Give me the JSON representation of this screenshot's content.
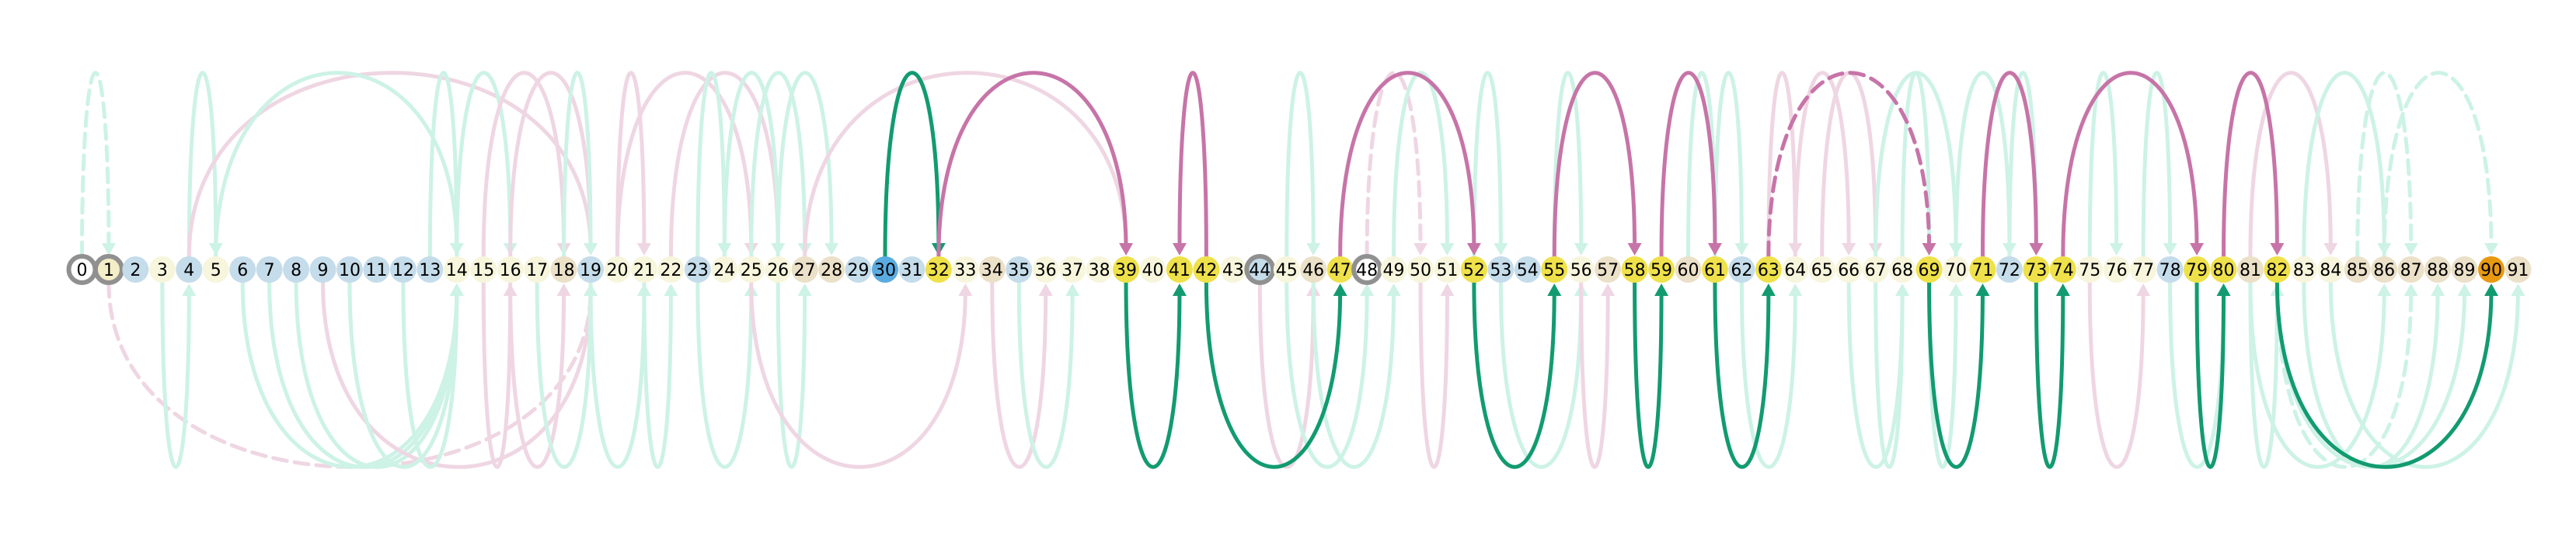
{
  "nodes": [
    {
      "label": "0",
      "color": "#ffffff",
      "ring": true
    },
    {
      "label": "1",
      "color": "#f3edc8",
      "ring": true
    },
    {
      "label": "2",
      "color": "#c5dcea"
    },
    {
      "label": "3",
      "color": "#f7f5dc"
    },
    {
      "label": "4",
      "color": "#c5dcea"
    },
    {
      "label": "5",
      "color": "#f7f5dc"
    },
    {
      "label": "6",
      "color": "#c5dcea"
    },
    {
      "label": "7",
      "color": "#c5dcea"
    },
    {
      "label": "8",
      "color": "#c5dcea"
    },
    {
      "label": "9",
      "color": "#c5dcea"
    },
    {
      "label": "10",
      "color": "#c5dcea"
    },
    {
      "label": "11",
      "color": "#c5dcea"
    },
    {
      "label": "12",
      "color": "#c5dcea"
    },
    {
      "label": "13",
      "color": "#c5dcea"
    },
    {
      "label": "14",
      "color": "#f7f5dc"
    },
    {
      "label": "15",
      "color": "#f7f5dc"
    },
    {
      "label": "16",
      "color": "#f7f5dc"
    },
    {
      "label": "17",
      "color": "#f7f5dc"
    },
    {
      "label": "18",
      "color": "#ebe0c8"
    },
    {
      "label": "19",
      "color": "#c5dcea"
    },
    {
      "label": "20",
      "color": "#f7f5dc"
    },
    {
      "label": "21",
      "color": "#f7f5dc"
    },
    {
      "label": "22",
      "color": "#f7f5dc"
    },
    {
      "label": "23",
      "color": "#c5dcea"
    },
    {
      "label": "24",
      "color": "#f7f5dc"
    },
    {
      "label": "25",
      "color": "#f7f5dc"
    },
    {
      "label": "26",
      "color": "#f7f5dc"
    },
    {
      "label": "27",
      "color": "#ebe0c8"
    },
    {
      "label": "28",
      "color": "#ebe0c8"
    },
    {
      "label": "29",
      "color": "#c5dcea"
    },
    {
      "label": "30",
      "color": "#5aace0"
    },
    {
      "label": "31",
      "color": "#c5dcea"
    },
    {
      "label": "32",
      "color": "#efe14a"
    },
    {
      "label": "33",
      "color": "#f7f5dc"
    },
    {
      "label": "34",
      "color": "#ebe0c8"
    },
    {
      "label": "35",
      "color": "#c5dcea"
    },
    {
      "label": "36",
      "color": "#f7f5dc"
    },
    {
      "label": "37",
      "color": "#f7f5dc"
    },
    {
      "label": "38",
      "color": "#f7f5dc"
    },
    {
      "label": "39",
      "color": "#efe14a"
    },
    {
      "label": "40",
      "color": "#f7f5dc"
    },
    {
      "label": "41",
      "color": "#efe14a"
    },
    {
      "label": "42",
      "color": "#efe14a"
    },
    {
      "label": "43",
      "color": "#f7f5dc"
    },
    {
      "label": "44",
      "color": "#c5dcea",
      "ring": true
    },
    {
      "label": "45",
      "color": "#f7f5dc"
    },
    {
      "label": "46",
      "color": "#ebe0c8"
    },
    {
      "label": "47",
      "color": "#efe14a"
    },
    {
      "label": "48",
      "color": "#ffffff",
      "ring": true
    },
    {
      "label": "49",
      "color": "#f7f5dc"
    },
    {
      "label": "50",
      "color": "#f7f5dc"
    },
    {
      "label": "51",
      "color": "#f7f5dc"
    },
    {
      "label": "52",
      "color": "#efe14a"
    },
    {
      "label": "53",
      "color": "#c5dcea"
    },
    {
      "label": "54",
      "color": "#c5dcea"
    },
    {
      "label": "55",
      "color": "#efe14a"
    },
    {
      "label": "56",
      "color": "#f7f5dc"
    },
    {
      "label": "57",
      "color": "#ebe0c8"
    },
    {
      "label": "58",
      "color": "#efe14a"
    },
    {
      "label": "59",
      "color": "#efe14a"
    },
    {
      "label": "60",
      "color": "#ebe0c8"
    },
    {
      "label": "61",
      "color": "#efe14a"
    },
    {
      "label": "62",
      "color": "#c5dcea"
    },
    {
      "label": "63",
      "color": "#efe14a"
    },
    {
      "label": "64",
      "color": "#f7f5dc"
    },
    {
      "label": "65",
      "color": "#f7f5dc"
    },
    {
      "label": "66",
      "color": "#f7f5dc"
    },
    {
      "label": "67",
      "color": "#f7f5dc"
    },
    {
      "label": "68",
      "color": "#f7f5dc"
    },
    {
      "label": "69",
      "color": "#efe14a"
    },
    {
      "label": "70",
      "color": "#f7f5dc"
    },
    {
      "label": "71",
      "color": "#efe14a"
    },
    {
      "label": "72",
      "color": "#c5dcea"
    },
    {
      "label": "73",
      "color": "#efe14a"
    },
    {
      "label": "74",
      "color": "#efe14a"
    },
    {
      "label": "75",
      "color": "#f7f5dc"
    },
    {
      "label": "76",
      "color": "#f7f5dc"
    },
    {
      "label": "77",
      "color": "#f7f5dc"
    },
    {
      "label": "78",
      "color": "#c5dcea"
    },
    {
      "label": "79",
      "color": "#efe14a"
    },
    {
      "label": "80",
      "color": "#efe14a"
    },
    {
      "label": "81",
      "color": "#ebe0c8"
    },
    {
      "label": "82",
      "color": "#efe14a"
    },
    {
      "label": "83",
      "color": "#f7f5dc"
    },
    {
      "label": "84",
      "color": "#f7f5dc"
    },
    {
      "label": "85",
      "color": "#ebe0c8"
    },
    {
      "label": "86",
      "color": "#ebe0c8"
    },
    {
      "label": "87",
      "color": "#ebe0c8"
    },
    {
      "label": "88",
      "color": "#ebe0c8"
    },
    {
      "label": "89",
      "color": "#ebe0c8"
    },
    {
      "label": "90",
      "color": "#e8990f"
    },
    {
      "label": "91",
      "color": "#ebe0c8"
    }
  ],
  "palette": {
    "green_strong": "#129b70",
    "green_faint": "#cdf2e6",
    "pink_strong": "#c774a8",
    "pink_faint": "#efd6e3",
    "ring": "#909090"
  },
  "arcs": [
    {
      "from": 30,
      "to": 32,
      "side": "top",
      "style": "strong",
      "color": "green",
      "dashed": false
    },
    {
      "from": 32,
      "to": 39,
      "side": "top",
      "style": "strong",
      "color": "pink",
      "dashed": false
    },
    {
      "from": 42,
      "to": 41,
      "side": "top",
      "style": "strong",
      "color": "pink",
      "dashed": false
    },
    {
      "from": 47,
      "to": 52,
      "side": "top",
      "style": "strong",
      "color": "pink",
      "dashed": false
    },
    {
      "from": 55,
      "to": 58,
      "side": "top",
      "style": "strong",
      "color": "pink",
      "dashed": false
    },
    {
      "from": 59,
      "to": 61,
      "side": "top",
      "style": "strong",
      "color": "pink",
      "dashed": false
    },
    {
      "from": 63,
      "to": 69,
      "side": "top",
      "style": "strong",
      "color": "pink",
      "dashed": true
    },
    {
      "from": 71,
      "to": 73,
      "side": "top",
      "style": "strong",
      "color": "pink",
      "dashed": false
    },
    {
      "from": 74,
      "to": 79,
      "side": "top",
      "style": "strong",
      "color": "pink",
      "dashed": false
    },
    {
      "from": 80,
      "to": 82,
      "side": "top",
      "style": "strong",
      "color": "pink",
      "dashed": false
    },
    {
      "from": 39,
      "to": 41,
      "side": "bottom",
      "style": "strong",
      "color": "green",
      "dashed": false
    },
    {
      "from": 42,
      "to": 47,
      "side": "bottom",
      "style": "strong",
      "color": "green",
      "dashed": false
    },
    {
      "from": 52,
      "to": 55,
      "side": "bottom",
      "style": "strong",
      "color": "green",
      "dashed": false
    },
    {
      "from": 58,
      "to": 59,
      "side": "bottom",
      "style": "strong",
      "color": "green",
      "dashed": false
    },
    {
      "from": 61,
      "to": 63,
      "side": "bottom",
      "style": "strong",
      "color": "green",
      "dashed": false
    },
    {
      "from": 69,
      "to": 71,
      "side": "bottom",
      "style": "strong",
      "color": "green",
      "dashed": false
    },
    {
      "from": 73,
      "to": 74,
      "side": "bottom",
      "style": "strong",
      "color": "green",
      "dashed": false
    },
    {
      "from": 79,
      "to": 80,
      "side": "bottom",
      "style": "strong",
      "color": "green",
      "dashed": false
    },
    {
      "from": 82,
      "to": 90,
      "side": "bottom",
      "style": "strong",
      "color": "green",
      "dashed": false
    },
    {
      "from": 0,
      "to": 1,
      "side": "top",
      "style": "faint",
      "color": "green",
      "dashed": true
    },
    {
      "from": 4,
      "to": 5,
      "side": "top",
      "style": "faint",
      "color": "green",
      "dashed": false
    },
    {
      "from": 4,
      "to": 19,
      "side": "top",
      "style": "faint",
      "color": "pink",
      "dashed": false
    },
    {
      "from": 5,
      "to": 14,
      "side": "top",
      "style": "faint",
      "color": "green",
      "dashed": false
    },
    {
      "from": 13,
      "to": 14,
      "side": "top",
      "style": "faint",
      "color": "green",
      "dashed": false
    },
    {
      "from": 14,
      "to": 16,
      "side": "top",
      "style": "faint",
      "color": "green",
      "dashed": false
    },
    {
      "from": 15,
      "to": 18,
      "side": "top",
      "style": "faint",
      "color": "pink",
      "dashed": false
    },
    {
      "from": 16,
      "to": 19,
      "side": "top",
      "style": "faint",
      "color": "pink",
      "dashed": false
    },
    {
      "from": 18,
      "to": 19,
      "side": "top",
      "style": "faint",
      "color": "green",
      "dashed": false
    },
    {
      "from": 20,
      "to": 21,
      "side": "top",
      "style": "faint",
      "color": "pink",
      "dashed": false
    },
    {
      "from": 20,
      "to": 25,
      "side": "top",
      "style": "faint",
      "color": "pink",
      "dashed": false
    },
    {
      "from": 22,
      "to": 26,
      "side": "top",
      "style": "faint",
      "color": "pink",
      "dashed": false
    },
    {
      "from": 23,
      "to": 24,
      "side": "top",
      "style": "faint",
      "color": "green",
      "dashed": false
    },
    {
      "from": 24,
      "to": 26,
      "side": "top",
      "style": "faint",
      "color": "green",
      "dashed": false
    },
    {
      "from": 25,
      "to": 27,
      "side": "top",
      "style": "faint",
      "color": "green",
      "dashed": false
    },
    {
      "from": 26,
      "to": 28,
      "side": "top",
      "style": "faint",
      "color": "green",
      "dashed": false
    },
    {
      "from": 27,
      "to": 39,
      "side": "top",
      "style": "faint",
      "color": "pink",
      "dashed": false
    },
    {
      "from": 45,
      "to": 46,
      "side": "top",
      "style": "faint",
      "color": "green",
      "dashed": false
    },
    {
      "from": 48,
      "to": 50,
      "side": "top",
      "style": "faint",
      "color": "pink",
      "dashed": true
    },
    {
      "from": 49,
      "to": 51,
      "side": "top",
      "style": "faint",
      "color": "green",
      "dashed": false
    },
    {
      "from": 52,
      "to": 53,
      "side": "top",
      "style": "faint",
      "color": "green",
      "dashed": false
    },
    {
      "from": 55,
      "to": 56,
      "side": "top",
      "style": "faint",
      "color": "green",
      "dashed": false
    },
    {
      "from": 60,
      "to": 61,
      "side": "top",
      "style": "faint",
      "color": "green",
      "dashed": false
    },
    {
      "from": 61,
      "to": 62,
      "side": "top",
      "style": "faint",
      "color": "green",
      "dashed": false
    },
    {
      "from": 63,
      "to": 64,
      "side": "top",
      "style": "faint",
      "color": "pink",
      "dashed": false
    },
    {
      "from": 64,
      "to": 66,
      "side": "top",
      "style": "faint",
      "color": "pink",
      "dashed": false
    },
    {
      "from": 65,
      "to": 67,
      "side": "top",
      "style": "faint",
      "color": "pink",
      "dashed": false
    },
    {
      "from": 67,
      "to": 70,
      "side": "top",
      "style": "faint",
      "color": "green",
      "dashed": false
    },
    {
      "from": 68,
      "to": 69,
      "side": "top",
      "style": "faint",
      "color": "green",
      "dashed": false
    },
    {
      "from": 70,
      "to": 72,
      "side": "top",
      "style": "faint",
      "color": "green",
      "dashed": false
    },
    {
      "from": 72,
      "to": 73,
      "side": "top",
      "style": "faint",
      "color": "green",
      "dashed": false
    },
    {
      "from": 75,
      "to": 76,
      "side": "top",
      "style": "faint",
      "color": "green",
      "dashed": false
    },
    {
      "from": 77,
      "to": 78,
      "side": "top",
      "style": "faint",
      "color": "green",
      "dashed": false
    },
    {
      "from": 81,
      "to": 84,
      "side": "top",
      "style": "faint",
      "color": "pink",
      "dashed": false
    },
    {
      "from": 83,
      "to": 86,
      "side": "top",
      "style": "faint",
      "color": "green",
      "dashed": false
    },
    {
      "from": 85,
      "to": 87,
      "side": "top",
      "style": "faint",
      "color": "green",
      "dashed": true
    },
    {
      "from": 86,
      "to": 90,
      "side": "top",
      "style": "faint",
      "color": "green",
      "dashed": true
    },
    {
      "from": 1,
      "to": 19,
      "side": "bottom",
      "style": "faint",
      "color": "pink",
      "dashed": true
    },
    {
      "from": 3,
      "to": 4,
      "side": "bottom",
      "style": "faint",
      "color": "green",
      "dashed": false
    },
    {
      "from": 6,
      "to": 14,
      "side": "bottom",
      "style": "faint",
      "color": "green",
      "dashed": false
    },
    {
      "from": 7,
      "to": 14,
      "side": "bottom",
      "style": "faint",
      "color": "green",
      "dashed": false
    },
    {
      "from": 8,
      "to": 14,
      "side": "bottom",
      "style": "faint",
      "color": "green",
      "dashed": false
    },
    {
      "from": 9,
      "to": 19,
      "side": "bottom",
      "style": "faint",
      "color": "pink",
      "dashed": false
    },
    {
      "from": 10,
      "to": 14,
      "side": "bottom",
      "style": "faint",
      "color": "green",
      "dashed": false
    },
    {
      "from": 12,
      "to": 14,
      "side": "bottom",
      "style": "faint",
      "color": "green",
      "dashed": false
    },
    {
      "from": 15,
      "to": 16,
      "side": "bottom",
      "style": "faint",
      "color": "pink",
      "dashed": false
    },
    {
      "from": 16,
      "to": 18,
      "side": "bottom",
      "style": "faint",
      "color": "pink",
      "dashed": false
    },
    {
      "from": 17,
      "to": 19,
      "side": "bottom",
      "style": "faint",
      "color": "green",
      "dashed": false
    },
    {
      "from": 19,
      "to": 21,
      "side": "bottom",
      "style": "faint",
      "color": "green",
      "dashed": false
    },
    {
      "from": 21,
      "to": 22,
      "side": "bottom",
      "style": "faint",
      "color": "green",
      "dashed": false
    },
    {
      "from": 23,
      "to": 25,
      "side": "bottom",
      "style": "faint",
      "color": "green",
      "dashed": false
    },
    {
      "from": 26,
      "to": 27,
      "side": "bottom",
      "style": "faint",
      "color": "green",
      "dashed": false
    },
    {
      "from": 25,
      "to": 33,
      "side": "bottom",
      "style": "faint",
      "color": "pink",
      "dashed": false
    },
    {
      "from": 34,
      "to": 36,
      "side": "bottom",
      "style": "faint",
      "color": "pink",
      "dashed": false
    },
    {
      "from": 35,
      "to": 37,
      "side": "bottom",
      "style": "faint",
      "color": "green",
      "dashed": false
    },
    {
      "from": 44,
      "to": 46,
      "side": "bottom",
      "style": "faint",
      "color": "pink",
      "dashed": false
    },
    {
      "from": 45,
      "to": 48,
      "side": "bottom",
      "style": "faint",
      "color": "green",
      "dashed": false
    },
    {
      "from": 46,
      "to": 49,
      "side": "bottom",
      "style": "faint",
      "color": "green",
      "dashed": false
    },
    {
      "from": 50,
      "to": 51,
      "side": "bottom",
      "style": "faint",
      "color": "pink",
      "dashed": false
    },
    {
      "from": 53,
      "to": 56,
      "side": "bottom",
      "style": "faint",
      "color": "green",
      "dashed": false
    },
    {
      "from": 56,
      "to": 57,
      "side": "bottom",
      "style": "faint",
      "color": "pink",
      "dashed": false
    },
    {
      "from": 62,
      "to": 64,
      "side": "bottom",
      "style": "faint",
      "color": "green",
      "dashed": false
    },
    {
      "from": 66,
      "to": 68,
      "side": "bottom",
      "style": "faint",
      "color": "green",
      "dashed": false
    },
    {
      "from": 67,
      "to": 68,
      "side": "bottom",
      "style": "faint",
      "color": "green",
      "dashed": false
    },
    {
      "from": 69,
      "to": 70,
      "side": "bottom",
      "style": "faint",
      "color": "green",
      "dashed": false
    },
    {
      "from": 75,
      "to": 77,
      "side": "bottom",
      "style": "faint",
      "color": "pink",
      "dashed": false
    },
    {
      "from": 78,
      "to": 80,
      "side": "bottom",
      "style": "faint",
      "color": "green",
      "dashed": false
    },
    {
      "from": 81,
      "to": 82,
      "side": "bottom",
      "style": "faint",
      "color": "green",
      "dashed": false
    },
    {
      "from": 81,
      "to": 86,
      "side": "bottom",
      "style": "faint",
      "color": "green",
      "dashed": false
    },
    {
      "from": 82,
      "to": 87,
      "side": "bottom",
      "style": "faint",
      "color": "green",
      "dashed": true
    },
    {
      "from": 83,
      "to": 88,
      "side": "bottom",
      "style": "faint",
      "color": "green",
      "dashed": false
    },
    {
      "from": 82,
      "to": 89,
      "side": "bottom",
      "style": "faint",
      "color": "green",
      "dashed": false
    },
    {
      "from": 84,
      "to": 91,
      "side": "bottom",
      "style": "faint",
      "color": "green",
      "dashed": false
    }
  ]
}
